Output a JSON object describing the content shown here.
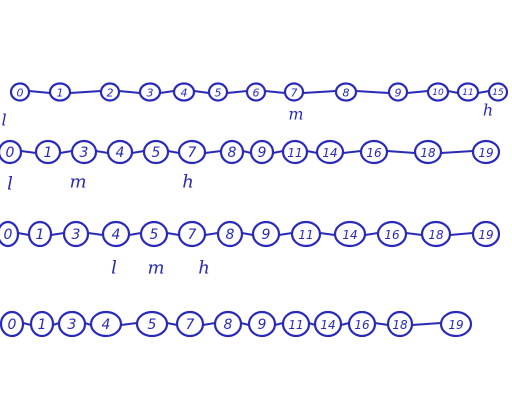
{
  "sheet": {
    "ink_color": "#2a2ab8",
    "paper_color": "#ffffff"
  },
  "rows": [
    {
      "nodes": [
        "0",
        "1",
        "2",
        "3",
        "4",
        "5",
        "6",
        "7",
        "8",
        "9",
        "10",
        "11",
        "15"
      ],
      "pointers": {
        "l": "l",
        "m": "m",
        "h": "h"
      }
    },
    {
      "nodes": [
        "0",
        "1",
        "3",
        "4",
        "5",
        "7",
        "8",
        "9",
        "11",
        "14",
        "16",
        "18",
        "19"
      ],
      "pointers": {
        "l": "l",
        "m": "m",
        "h": "h"
      }
    },
    {
      "nodes": [
        "0",
        "1",
        "3",
        "4",
        "5",
        "7",
        "8",
        "9",
        "11",
        "14",
        "16",
        "18",
        "19"
      ],
      "pointers": {
        "l": "l",
        "m": "m",
        "h": "h"
      }
    },
    {
      "nodes": [
        "0",
        "1",
        "3",
        "4",
        "5",
        "7",
        "8",
        "9",
        "11",
        "14",
        "16",
        "18",
        "19"
      ]
    }
  ]
}
